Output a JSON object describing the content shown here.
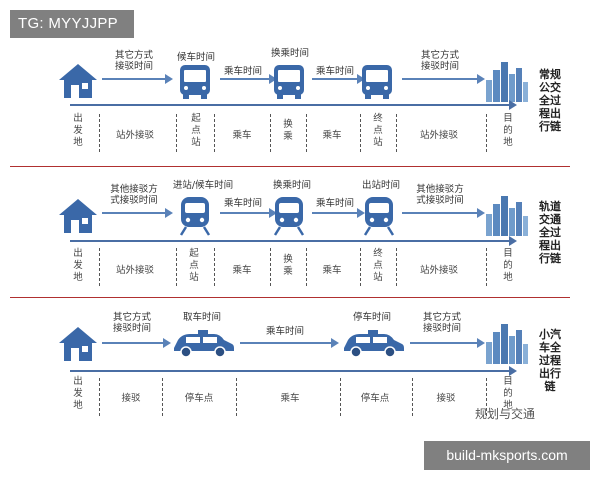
{
  "tag_label": "TG: MYYJJPP",
  "url_label": "build-mksports.com",
  "watermark": "规划与交通",
  "sections": [
    {
      "chain_title": [
        "常规",
        "公交",
        "全过",
        "程出",
        "行链"
      ],
      "top_labels": [
        "其它方式\n接驳时间",
        "候车时间",
        "乘车时间",
        "换乘时间",
        "乘车时间",
        "其它方式\n接驳时间"
      ],
      "origin": [
        "出",
        "发",
        "地"
      ],
      "dest": [
        "目",
        "的",
        "地"
      ],
      "segments": [
        "站外接驳",
        "起\n点\n站",
        "乘车",
        "换\n乘",
        "乘车",
        "终\n点\n站",
        "站外接驳"
      ]
    },
    {
      "chain_title": [
        "轨道",
        "交通",
        "全过",
        "程出",
        "行链"
      ],
      "top_labels": [
        "其他接驳方\n式接驳时间",
        "进站/候车时间",
        "乘车时间",
        "换乘时间",
        "乘车时间",
        "出站时间",
        "其他接驳方\n式接驳时间"
      ],
      "origin": [
        "出",
        "发",
        "地"
      ],
      "dest": [
        "目",
        "的",
        "地"
      ],
      "segments": [
        "站外接驳",
        "起\n点\n站",
        "乘车",
        "换\n乘",
        "乘车",
        "终\n点\n站",
        "站外接驳"
      ]
    },
    {
      "chain_title": [
        "小汽",
        "车全",
        "过程",
        "出行",
        "链"
      ],
      "top_labels": [
        "其它方式\n接驳时间",
        "取车时间",
        "乘车时间",
        "停车时间",
        "其它方式\n接驳时间"
      ],
      "origin": [
        "出",
        "发",
        "地"
      ],
      "dest": [
        "目",
        "的",
        "地"
      ],
      "segments": [
        "接驳",
        "停车点",
        "乘车",
        "停车点",
        "接驳"
      ]
    }
  ],
  "colors": {
    "accent": "#4a6ea4",
    "divider": "#b03030",
    "icon": "#3a68a8"
  }
}
